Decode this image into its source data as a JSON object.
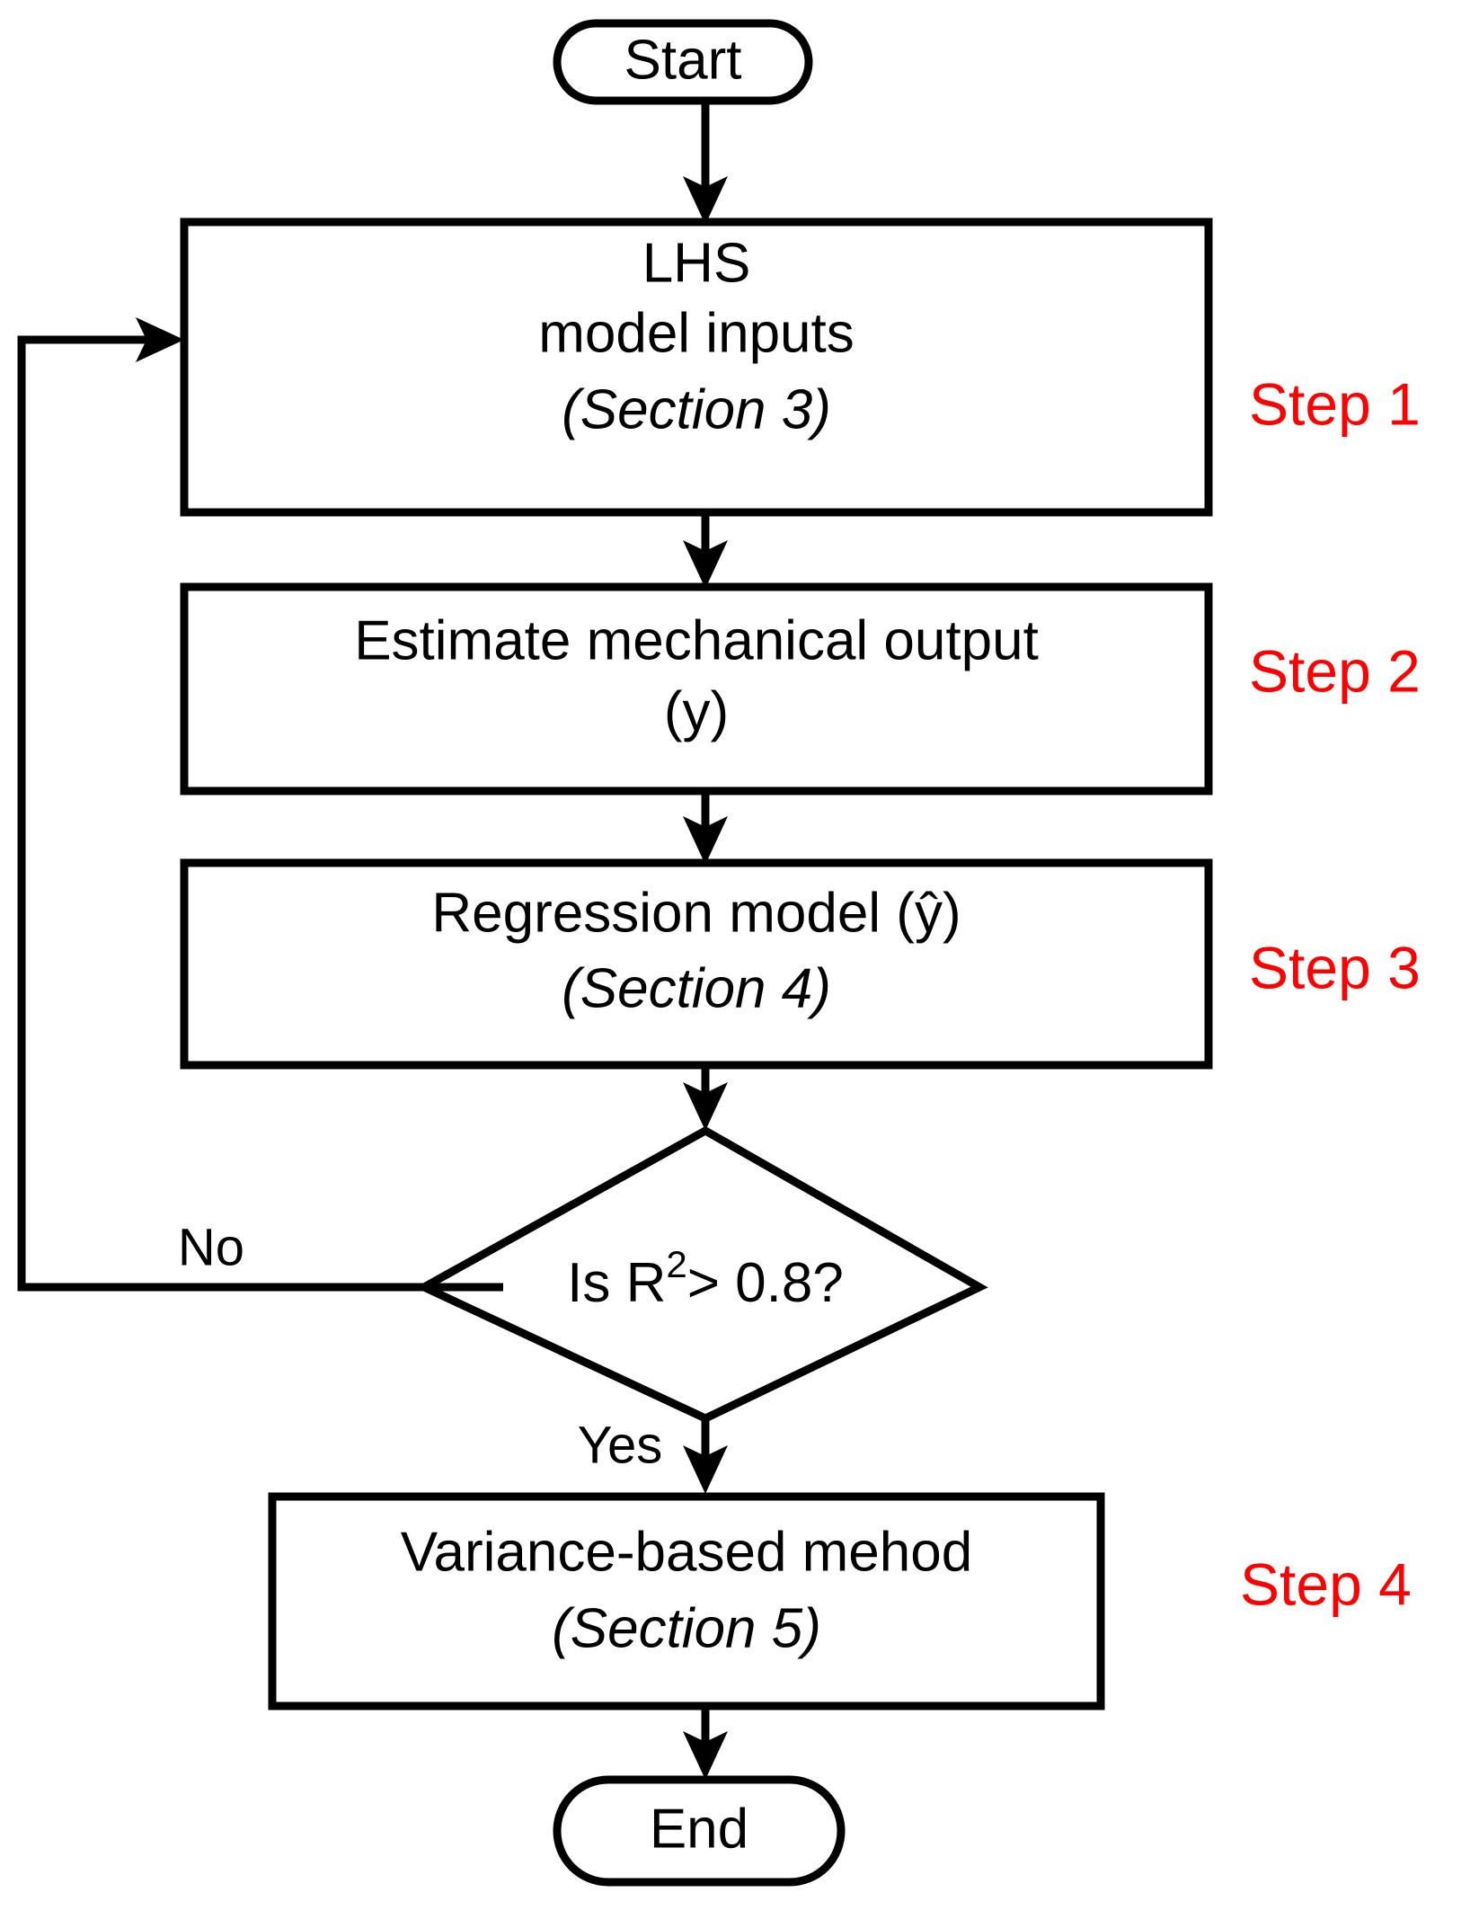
{
  "diagram": {
    "title": "Sensitivity analysis workflow flowchart",
    "colors": {
      "stroke": "#000000",
      "fill": "#ffffff",
      "step_accent": "#ff0000"
    },
    "nodes": {
      "start": {
        "shape": "terminator",
        "label": "Start"
      },
      "step1_box": {
        "shape": "process",
        "line1": "LHS",
        "line2": "model inputs",
        "line3": "(Section 3)"
      },
      "step2_box": {
        "shape": "process",
        "line1": "Estimate mechanical output",
        "line2": "(y)"
      },
      "step3_box": {
        "shape": "process",
        "line1_prefix": "Regression model (",
        "line1_var": "y",
        "line1_hat": "^",
        "line1_suffix": ")",
        "line1_full": "Regression model (ŷ)",
        "line2": "(Section 4)"
      },
      "decision": {
        "shape": "diamond",
        "prefix": "Is R",
        "superscript": "2",
        "suffix": "> 0.8?",
        "full": "Is R2 > 0.8?"
      },
      "step4_box": {
        "shape": "process",
        "line1": "Variance-based mehod",
        "line2": "(Section 5)"
      },
      "end": {
        "shape": "terminator",
        "label": "End"
      }
    },
    "edge_labels": {
      "no": "No",
      "yes": "Yes"
    },
    "step_annotations": [
      {
        "id": "step-1",
        "label": "Step 1"
      },
      {
        "id": "step-2",
        "label": "Step 2"
      },
      {
        "id": "step-3",
        "label": "Step 3"
      },
      {
        "id": "step-4",
        "label": "Step 4"
      }
    ]
  }
}
